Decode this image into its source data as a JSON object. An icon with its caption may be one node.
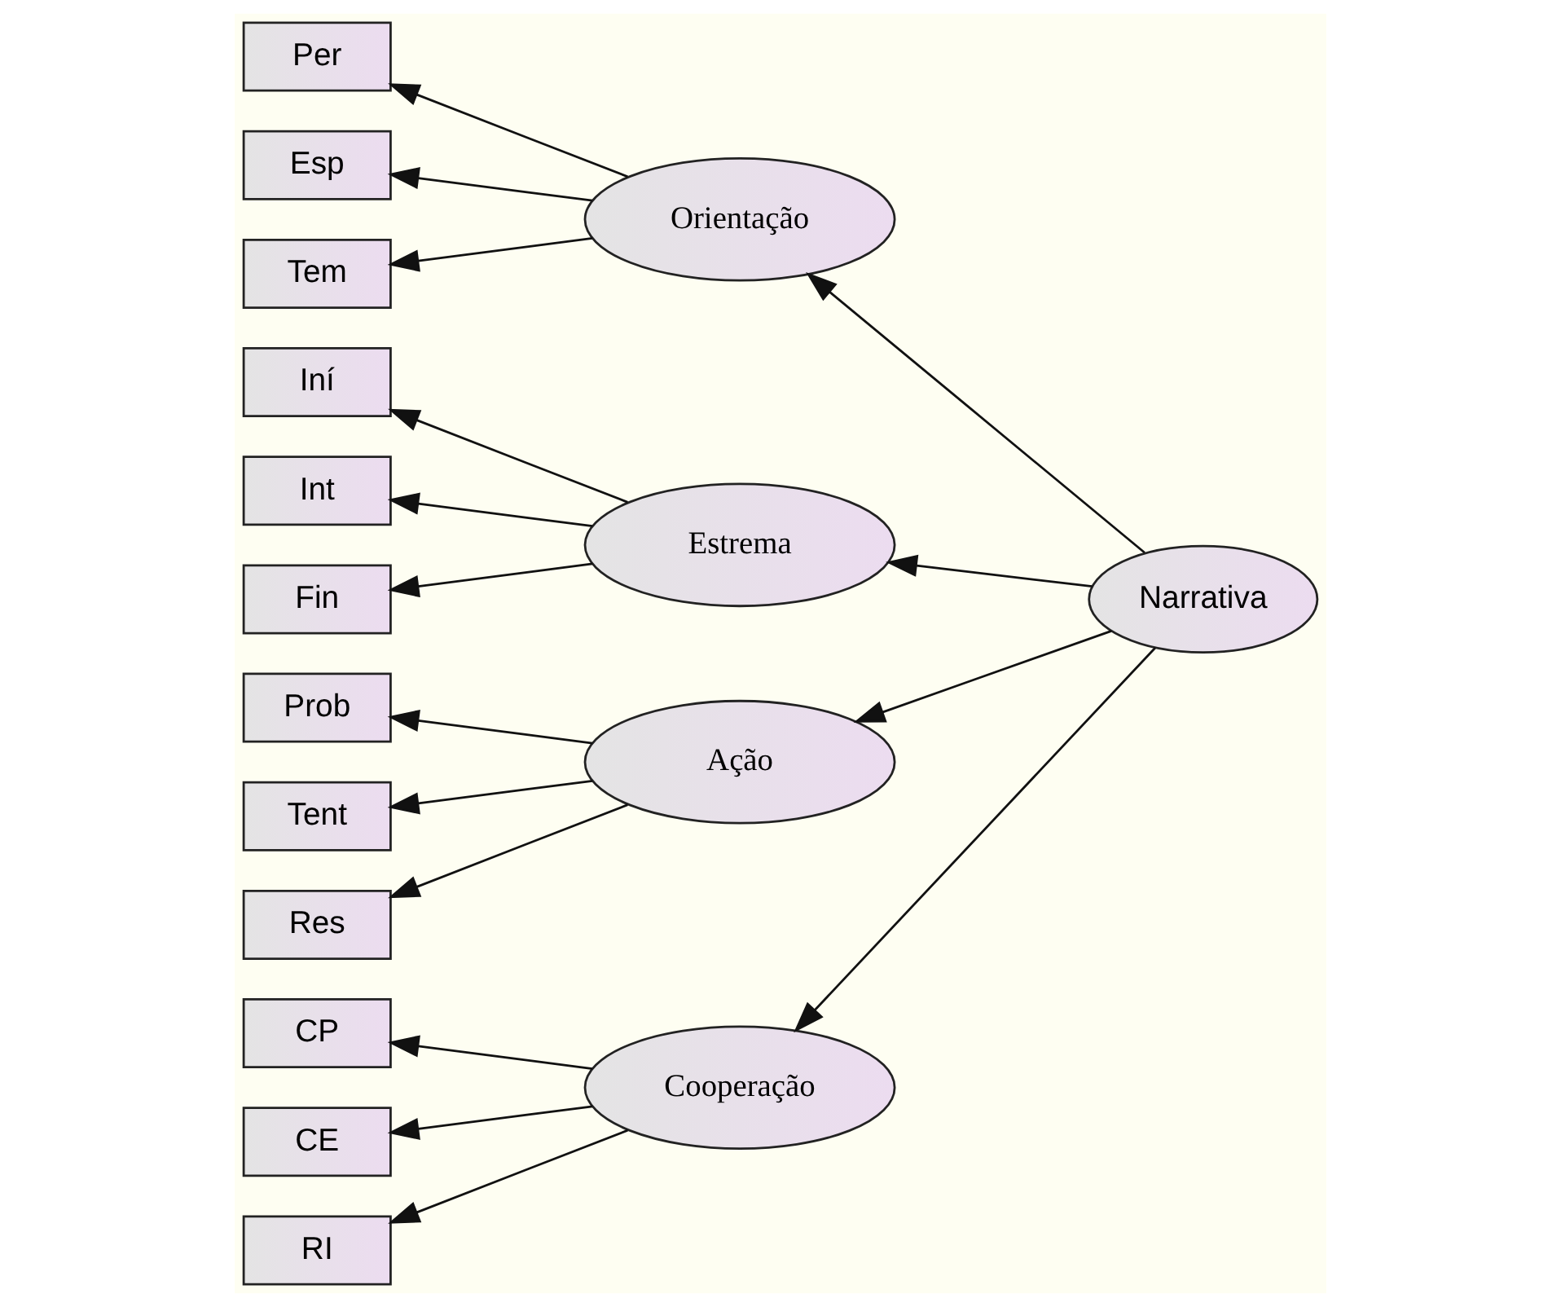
{
  "diagram": {
    "nodes": [
      {
        "text": [
          "Per"
        ]
      },
      {
        "text": [
          "Esp"
        ]
      },
      {
        "text": [
          "Tem"
        ]
      },
      {
        "text": [
          "Orientação"
        ]
      },
      {
        "text": [
          "Iní"
        ]
      },
      {
        "text": [
          "Int"
        ]
      },
      {
        "text": [
          "Fin"
        ]
      },
      {
        "text": [
          "Estrema"
        ]
      },
      {
        "text": [
          "Prob"
        ]
      },
      {
        "text": [
          "Tent"
        ]
      },
      {
        "text": [
          "Res"
        ]
      },
      {
        "text": [
          "Ação"
        ]
      },
      {
        "text": [
          "CP"
        ]
      },
      {
        "text": [
          "CE"
        ]
      },
      {
        "text": [
          "RI"
        ]
      },
      {
        "text": [
          "Cooperação"
        ]
      },
      {
        "text": [
          "Narrativa"
        ]
      }
    ],
    "edges": [
      {
        "from": 16,
        "to": 3,
        "arrow": "to"
      },
      {
        "from": 16,
        "to": 7,
        "arrow": "to"
      },
      {
        "from": 16,
        "to": 11,
        "arrow": "to"
      },
      {
        "from": 16,
        "to": 15,
        "arrow": "to"
      },
      {
        "from": 3,
        "to": 0,
        "arrow": "to"
      },
      {
        "from": 3,
        "to": 1,
        "arrow": "to"
      },
      {
        "from": 3,
        "to": 2,
        "arrow": "to"
      },
      {
        "from": 7,
        "to": 4,
        "arrow": "to"
      },
      {
        "from": 7,
        "to": 5,
        "arrow": "to"
      },
      {
        "from": 7,
        "to": 6,
        "arrow": "to"
      },
      {
        "from": 11,
        "to": 8,
        "arrow": "to"
      },
      {
        "from": 11,
        "to": 9,
        "arrow": "to"
      },
      {
        "from": 11,
        "to": 10,
        "arrow": "to"
      },
      {
        "from": 15,
        "to": 12,
        "arrow": "to"
      },
      {
        "from": 15,
        "to": 13,
        "arrow": "to"
      },
      {
        "from": 15,
        "to": 14,
        "arrow": "to"
      }
    ]
  }
}
